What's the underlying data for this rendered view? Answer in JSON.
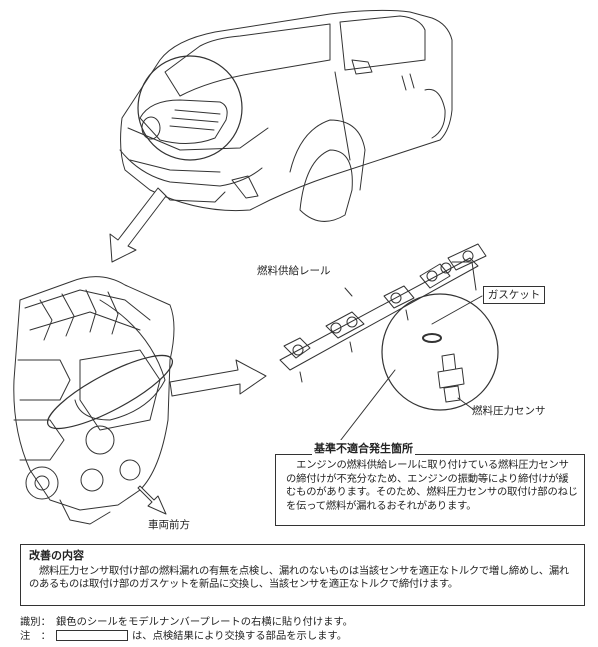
{
  "labels": {
    "fuel_rail": "燃料供給レール",
    "gasket": "ガスケット",
    "pressure_sensor": "燃料圧力センサ",
    "vehicle_front": "車両前方"
  },
  "defect": {
    "title": "基準不適合発生箇所",
    "text": "　エンジンの燃料供給レールに取り付けている燃料圧力センサの締付けが不充分なため、エンジンの振動等により締付けが緩むものがあります。そのため、燃料圧力センサの取付け部のねじを伝って燃料が漏れるおそれがあります。"
  },
  "remedy": {
    "title": "改善の内容",
    "text": "　燃料圧力センサ取付け部の燃料漏れの有無を点検し、漏れのないものは当該センサを適正なトルクで増し締めし、漏れのあるものは取付け部のガスケットを新品に交換し、当該センサを適正なトルクで締付けます。"
  },
  "notes": {
    "id_key": "識別：",
    "id_text": "銀色のシールをモデルナンバープレートの右横に貼り付けます。",
    "note_key": "注　：",
    "note_text": "は、点検結果により交換する部品を示します。"
  }
}
